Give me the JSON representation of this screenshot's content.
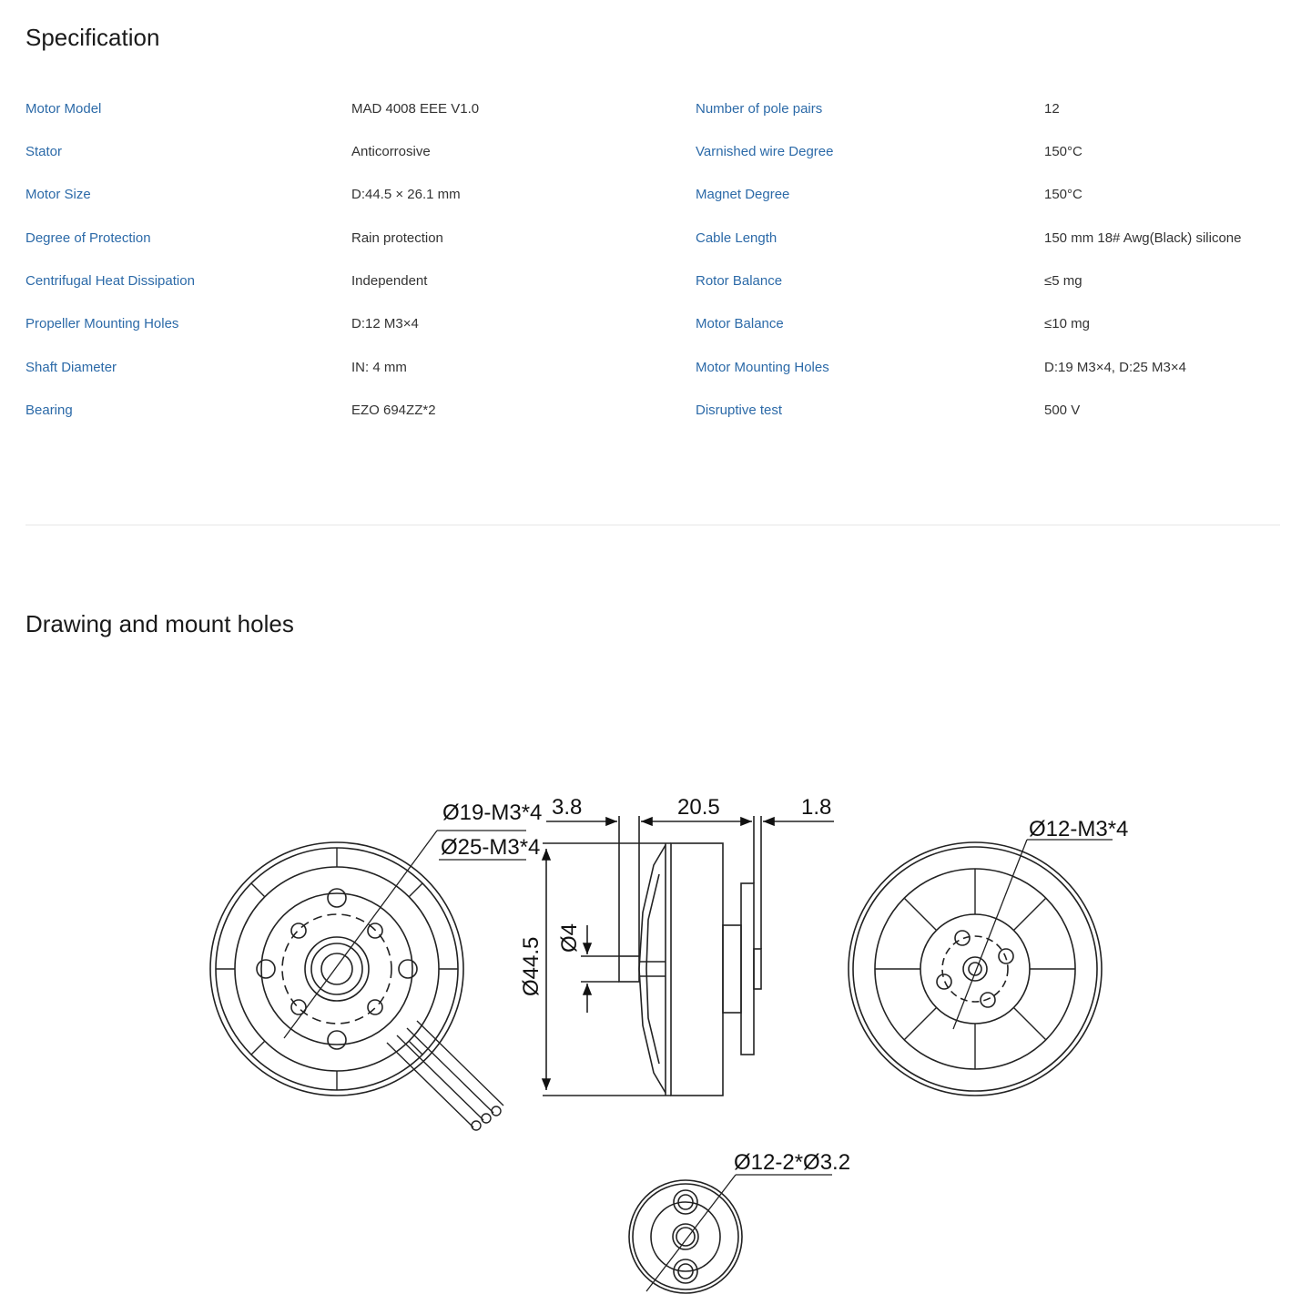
{
  "specification": {
    "title": "Specification",
    "rows": [
      {
        "label1": "Motor Model",
        "value1": "MAD 4008 EEE V1.0",
        "label2": "Number of pole pairs",
        "value2": "12"
      },
      {
        "label1": "Stator",
        "value1": "Anticorrosive",
        "label2": "Varnished wire Degree",
        "value2": "150°C"
      },
      {
        "label1": "Motor Size",
        "value1": "D:44.5 × 26.1 mm",
        "label2": "Magnet Degree",
        "value2": "150°C"
      },
      {
        "label1": "Degree of Protection",
        "value1": "Rain protection",
        "label2": "Cable Length",
        "value2": "150 mm 18# Awg(Black) silicone"
      },
      {
        "label1": "Centrifugal Heat Dissipation",
        "value1": "Independent",
        "label2": "Rotor Balance",
        "value2": "≤5 mg"
      },
      {
        "label1": "Propeller Mounting Holes",
        "value1": "D:12 M3×4",
        "label2": "Motor Balance",
        "value2": "≤10 mg"
      },
      {
        "label1": "Shaft Diameter",
        "value1": "IN: 4 mm",
        "label2": "Motor Mounting Holes",
        "value2": "D:19 M3×4, D:25 M3×4"
      },
      {
        "label1": "Bearing",
        "value1": "EZO 694ZZ*2",
        "label2": "Disruptive test",
        "value2": "500 V"
      }
    ]
  },
  "drawing": {
    "title": "Drawing and mount holes",
    "labels": {
      "bottom_holes_19": "Ø19-M3*4",
      "bottom_holes_25": "Ø25-M3*4",
      "dim_left": "3.8",
      "dim_mid": "20.5",
      "dim_right": "1.8",
      "diameter": "Ø44.5",
      "shaft": "Ø4",
      "top_holes": "Ø12-M3*4",
      "adapter_holes": "Ø12-2*Ø3.2"
    }
  }
}
